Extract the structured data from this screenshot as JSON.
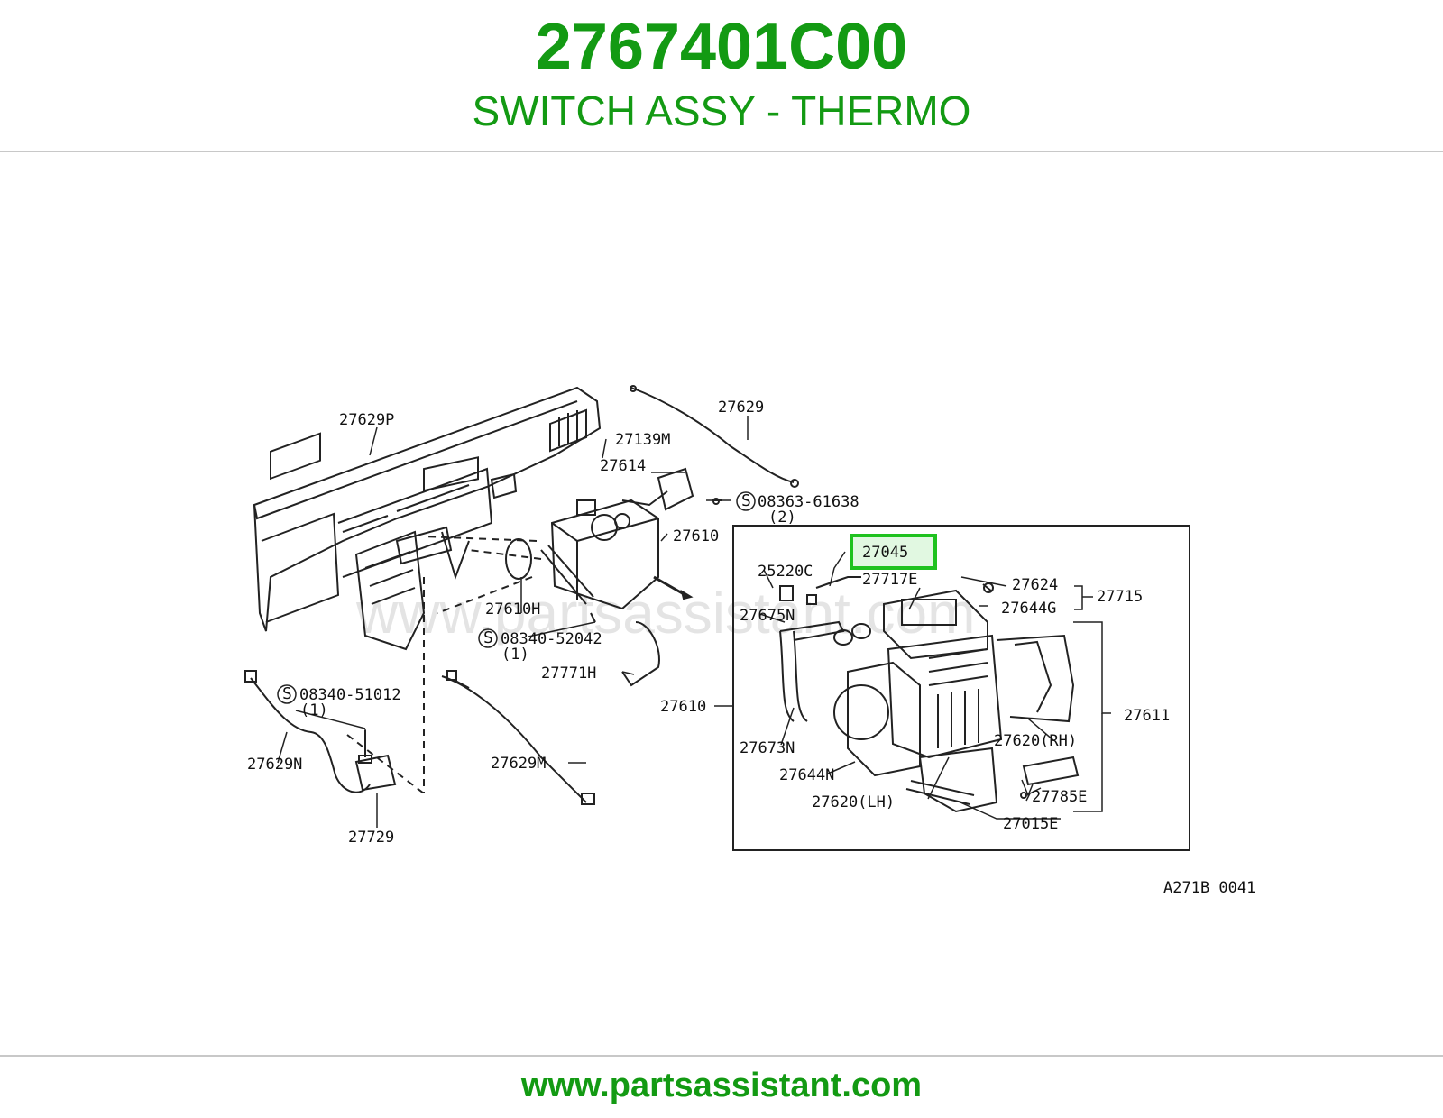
{
  "header": {
    "part_number": "2767401C00",
    "part_name": "SWITCH ASSY - THERMO"
  },
  "footer": {
    "url": "www.partsassistant.com"
  },
  "diagram": {
    "watermark": "www.partsassistant.com",
    "reference_code": "A271B 0041",
    "highlighted_part": "27045",
    "highlight_color": "#1fc21f",
    "brand_color": "#139a13",
    "labels": {
      "l27629P": "27629P",
      "l27629": "27629",
      "l27139M": "27139M",
      "l27614": "27614",
      "l08363": "08363-61638",
      "l08363q": "(2)",
      "l27610a": "27610",
      "l27610H": "27610H",
      "l08340a": "08340-52042",
      "l08340aq": "(1)",
      "l27771H": "27771H",
      "l08340b": "08340-51012",
      "l08340bq": "(1)",
      "l27629N": "27629N",
      "l27629M": "27629M",
      "l27729": "27729",
      "l25220C": "25220C",
      "l27717E": "27717E",
      "l27624": "27624",
      "l27715": "27715",
      "l27644G": "27644G",
      "l27675N": "27675N",
      "l27610b": "27610",
      "l27611": "27611",
      "l27620RH": "27620(RH)",
      "l27673N": "27673N",
      "l27644N": "27644N",
      "l27785E": "27785E",
      "l27620LH": "27620(LH)",
      "l27015E": "27015E"
    }
  }
}
